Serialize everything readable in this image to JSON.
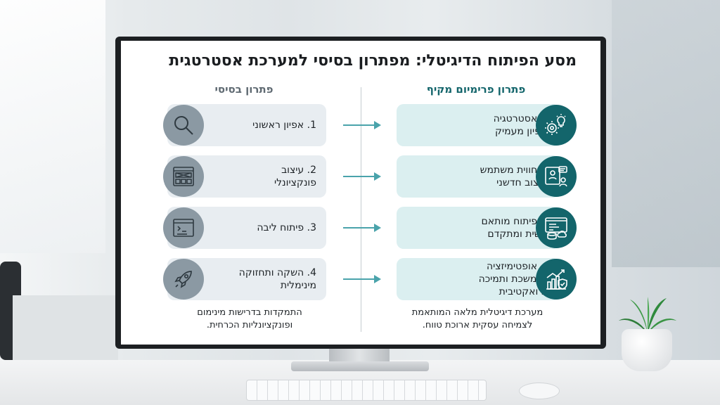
{
  "title": "מסע הפיתוח הדיגיטלי: מפתרון בסיסי למערכת אסטרטגית",
  "colors": {
    "premium_accent": "#13656b",
    "premium_card": "#dbeff0",
    "basic_accent": "#8b99a3",
    "basic_card": "#e8edf1",
    "arrow": "#4aa3ab"
  },
  "premium": {
    "heading": "פתרון פרימיום מקיף",
    "items": [
      {
        "line1": "1. אסטרטגיה",
        "line2": "ואפיון מעמיק",
        "icon": "gears-lightbulb-icon"
      },
      {
        "line1": "2. חווית משתמש",
        "line2": "ועיצוב חדשני",
        "icon": "user-experience-icon"
      },
      {
        "line1": "3. פיתוח מותאם",
        "line2": "אישית ומתקדם",
        "icon": "code-database-cloud-icon"
      },
      {
        "line1": "4. אופטימיזציה",
        "line2": "מתמשכת ותמיכה",
        "line3": "פרואקטיבית",
        "icon": "growth-chart-shield-icon"
      }
    ],
    "footer_line1": "מערכת דיגיטלית מלאה המותאמת",
    "footer_line2": "לצמיחה עסקית ארוכת טווח."
  },
  "basic": {
    "heading": "פתרון בסיסי",
    "items": [
      {
        "line1": "1. אפיון ראשוני",
        "line2": "",
        "icon": "magnifier-icon"
      },
      {
        "line1": "2. עיצוב",
        "line2": "פונקציונלי",
        "icon": "wireframe-icon"
      },
      {
        "line1": "3. פיתוח ליבה",
        "line2": "",
        "icon": "code-window-icon"
      },
      {
        "line1": "4. השקה ותחזוקה",
        "line2": "מינימלית",
        "icon": "rocket-icon"
      }
    ],
    "footer_line1": "התמקדות בדרישות מינימום",
    "footer_line2": "ופונקציונליות הכרחית."
  }
}
